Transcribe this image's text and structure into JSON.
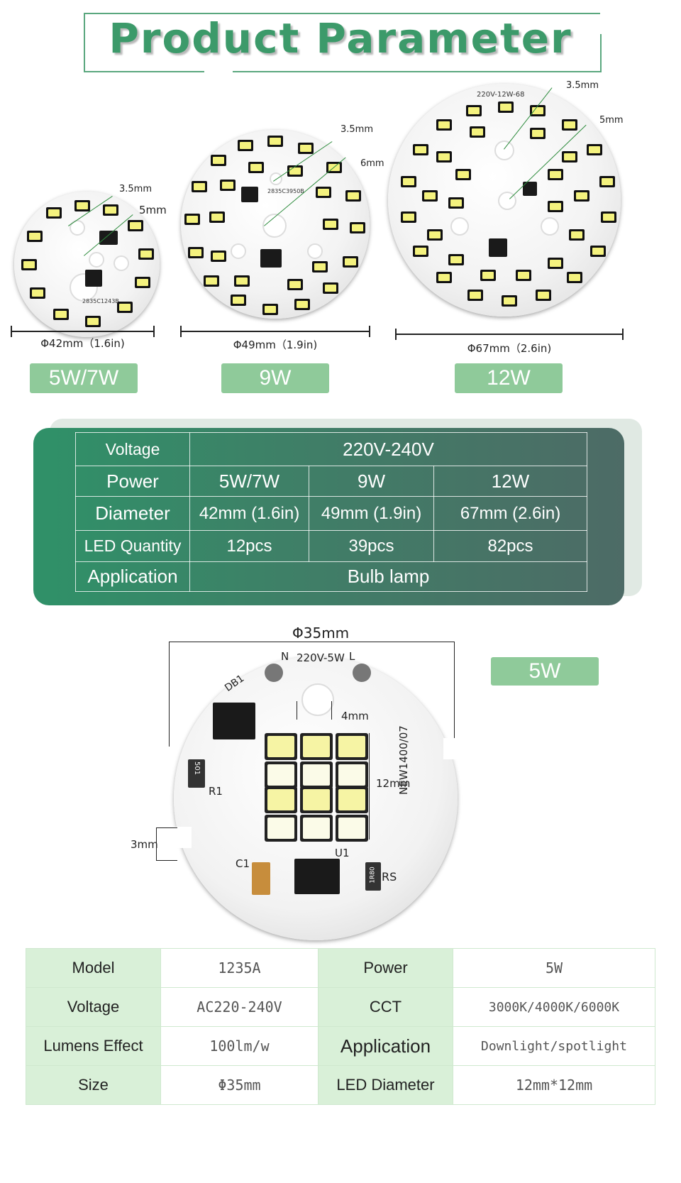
{
  "header": {
    "title": "Product Parameter"
  },
  "boards": [
    {
      "callouts": [
        "3.5mm",
        "5mm"
      ],
      "pcb_text": "2835C1243B",
      "diameter_label": "Φ42mm（1.6in)",
      "badge": "5W/7W"
    },
    {
      "callouts": [
        "3.5mm",
        "6mm"
      ],
      "pcb_text": "2835C3950B",
      "diameter_label": "Φ49mm（1.9in)",
      "badge": "9W"
    },
    {
      "callouts": [
        "3.5mm",
        "5mm"
      ],
      "pcb_text": "220V-12W-68",
      "diameter_label": "Φ67mm（2.6in)",
      "badge": "12W"
    }
  ],
  "spec_table": {
    "voltage": {
      "label": "Voltage",
      "value": "220V-240V"
    },
    "power": {
      "label": "Power",
      "values": [
        "5W/7W",
        "9W",
        "12W"
      ]
    },
    "diameter": {
      "label": "Diameter",
      "values": [
        "42mm (1.6in)",
        "49mm (1.9in)",
        "67mm (2.6in)"
      ]
    },
    "led_quantity": {
      "label": "LED Quantity",
      "values": [
        "12pcs",
        "39pcs",
        "82pcs"
      ]
    },
    "application": {
      "label": "Application",
      "value": "Bulb lamp"
    }
  },
  "board5w": {
    "diameter": "Φ35mm",
    "badge": "5W",
    "pcb_label": "220V-5W",
    "pin_n": "N",
    "pin_l": "L",
    "db1": "DB1",
    "r1": "R1",
    "r1_code": "501",
    "c1": "C1",
    "u1": "U1",
    "rs": "RS",
    "rs_code": "1R80",
    "model_code": "NEW1400/07",
    "dim_4mm": "4mm",
    "dim_12mm": "12mm",
    "dim_3mm": "3mm"
  },
  "detail_table": {
    "model": {
      "label": "Model",
      "value": "1235A"
    },
    "power": {
      "label": "Power",
      "value": "5W"
    },
    "voltage": {
      "label": "Voltage",
      "value": "AC220-240V"
    },
    "cct": {
      "label": "CCT",
      "value": "3000K/4000K/6000K"
    },
    "lumens": {
      "label": "Lumens Effect",
      "value": "100lm/w"
    },
    "application": {
      "label": "Application",
      "value": "Downlight/spotlight"
    },
    "size": {
      "label": "Size",
      "value": "Φ35mm"
    },
    "led_diameter": {
      "label": "LED Diameter",
      "value": "12mm*12mm"
    }
  }
}
